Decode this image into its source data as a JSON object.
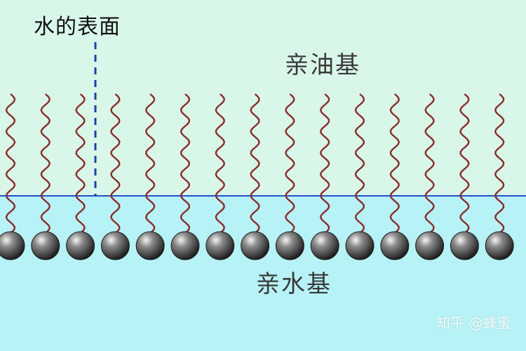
{
  "labels": {
    "water_surface": "水的表面",
    "lipophilic_group": "亲油基",
    "hydrophilic_group": "亲水基",
    "watermark": "知乎 @蜂蜜"
  },
  "colors": {
    "air_background": "#d8f7e8",
    "water_background": "#b7f2f6",
    "surface_line": "#2450c8",
    "tail": "#8a2d2d",
    "head": "#4a4a4a"
  },
  "molecule_count": 15
}
